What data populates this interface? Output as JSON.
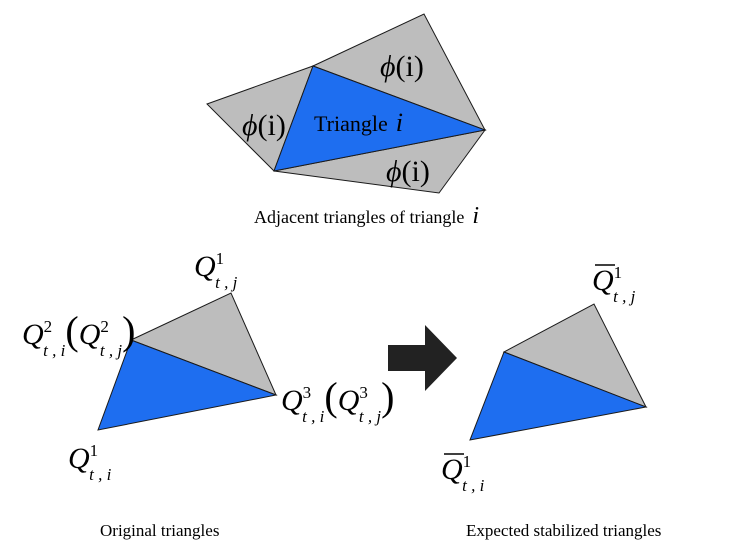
{
  "colors": {
    "highlight": "#1E6EF0",
    "neighbor": "#BDBDBD",
    "stroke": "#1a1a1a",
    "arrow": "#222222"
  },
  "top": {
    "center_label": "Triangle",
    "center_index": "i",
    "phi": "ϕ",
    "phi_arg": "(i)",
    "caption": "Adjacent triangles of triangle",
    "caption_index": "i"
  },
  "bottom": {
    "arrow_icon": "right-arrow-icon",
    "left_caption": "Original triangles",
    "right_caption": "Expected stabilized triangles",
    "Q": "Q",
    "bar": "¯",
    "sub_i": "t , i",
    "sub_j": "t , j",
    "sup_1": "1",
    "sup_2": "2",
    "sup_3": "3",
    "open_paren": "(",
    "close_paren": ")"
  }
}
